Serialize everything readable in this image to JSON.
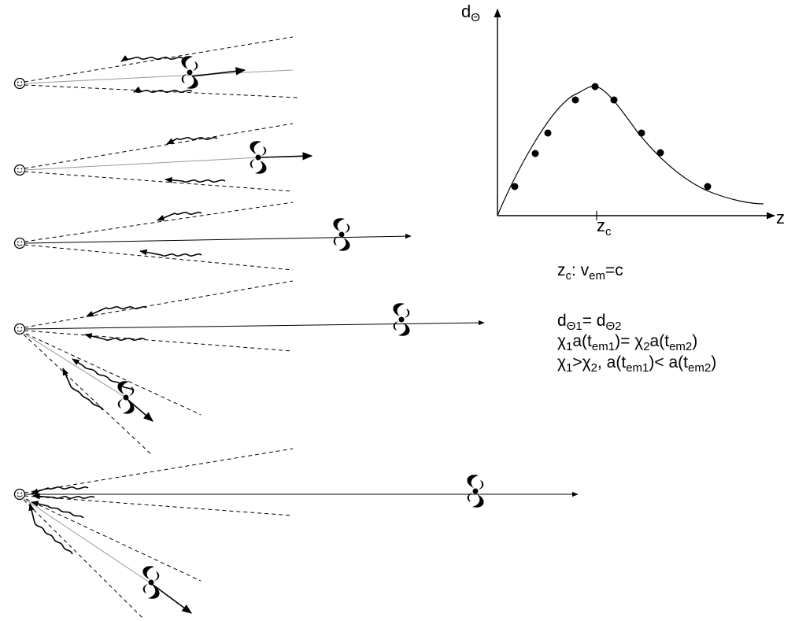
{
  "plot": {
    "y_axis": {
      "symbol": "d",
      "subscript": "Θ"
    },
    "x_axis": {
      "symbol": "z"
    },
    "tick": {
      "symbol": "z",
      "subscript": "c"
    }
  },
  "equations": [
    {
      "parts": [
        [
          "z",
          ""
        ],
        [
          "c",
          "sub"
        ],
        [
          ": v",
          ""
        ],
        [
          "em",
          "sub"
        ],
        [
          "=c",
          ""
        ]
      ]
    },
    {
      "parts": [
        [
          "d",
          ""
        ],
        [
          "Θ1",
          "sub"
        ],
        [
          "= d",
          ""
        ],
        [
          "Θ2",
          "sub"
        ]
      ]
    },
    {
      "parts": [
        [
          "χ",
          ""
        ],
        [
          "1",
          "sub"
        ],
        [
          "a(t",
          ""
        ],
        [
          "em1",
          "sub"
        ],
        [
          ")= χ",
          ""
        ],
        [
          "2",
          "sub"
        ],
        [
          "a(t",
          ""
        ],
        [
          "em2",
          "sub"
        ],
        [
          ")",
          ""
        ]
      ]
    },
    {
      "parts": [
        [
          "χ",
          ""
        ],
        [
          "1",
          "sub"
        ],
        [
          ">χ",
          ""
        ],
        [
          "2",
          "sub"
        ],
        [
          ", a(t",
          ""
        ],
        [
          "em1",
          "sub"
        ],
        [
          ")< a(t",
          ""
        ],
        [
          "em2",
          "sub"
        ],
        [
          ")",
          ""
        ]
      ]
    }
  ]
}
